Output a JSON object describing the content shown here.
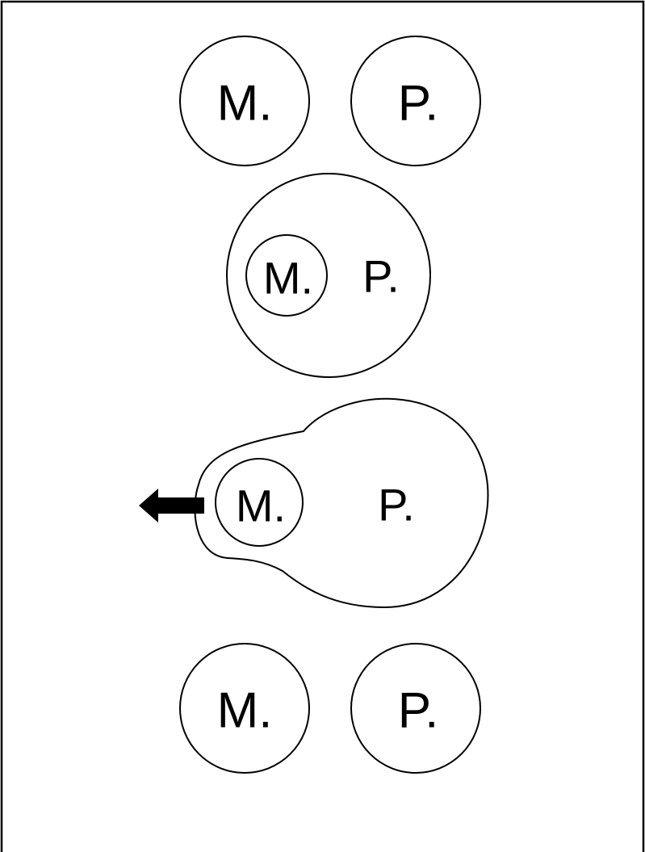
{
  "colors": {
    "line": "#000000",
    "background": "#ffffff",
    "arrow": "#000000"
  },
  "stages": [
    {
      "id": "separate",
      "labels": {
        "left": "M.",
        "right": "P."
      }
    },
    {
      "id": "engulfed",
      "labels": {
        "inner": "M.",
        "outer": "P."
      }
    },
    {
      "id": "exiting",
      "labels": {
        "inner": "M.",
        "outer": "P."
      },
      "arrow_direction": "left"
    },
    {
      "id": "released",
      "labels": {
        "left": "M.",
        "right": "P."
      }
    }
  ]
}
